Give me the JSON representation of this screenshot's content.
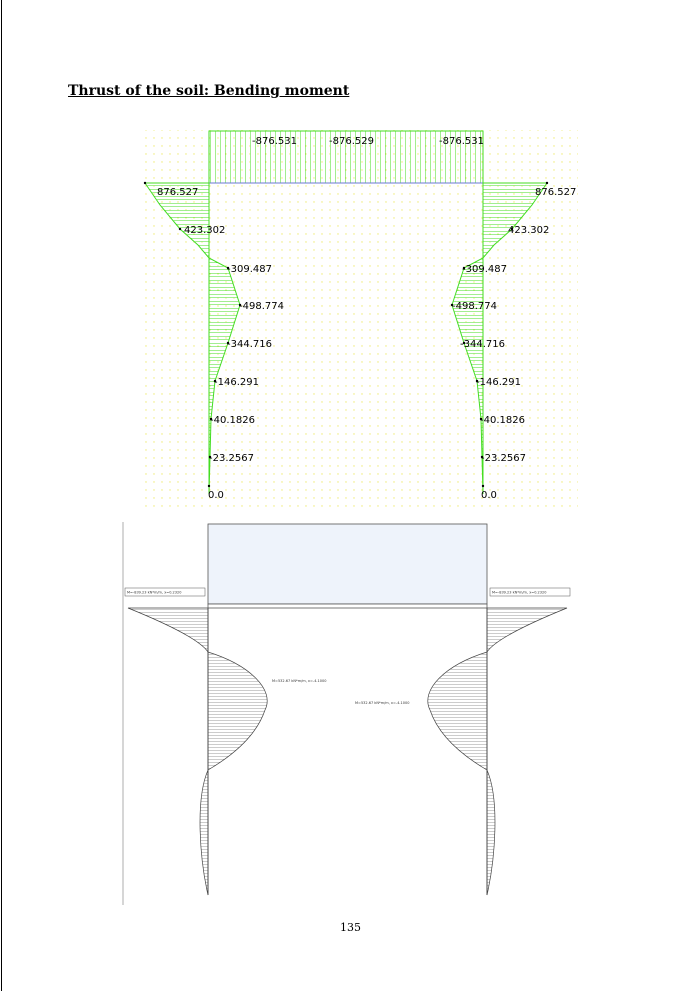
{
  "title": "Thrust of the soil: Bending moment",
  "diagram1": {
    "top_labels": [
      "-876.531",
      "-876.529",
      "-876.531"
    ],
    "left_labels": [
      "876.527",
      "423.302",
      "-309.487",
      "-498.774",
      "-344.716",
      "-146.291",
      "-40.1826",
      "-23.2567",
      "0.0"
    ],
    "right_labels": [
      "876.527",
      "423.302",
      "-309.487",
      "-498.774",
      "-344.716",
      "-146.291",
      "-40.1826",
      "-23.2567",
      "0.0"
    ]
  },
  "diagram2": {
    "annotations": [
      "M=-839.23 kN*m/m, x=0.2320",
      "M=-839.23 kN*m/m, x=0.2320",
      "M=532.67 kN*m/m, x=-4.1000",
      "M=532.67 kN*m/m, x=-4.1000"
    ]
  },
  "page_number": "135",
  "colors": {
    "diagram_green": "#44dd22",
    "grid_yellow": "#f0ee80",
    "panel_blue": "#eef3fb"
  }
}
